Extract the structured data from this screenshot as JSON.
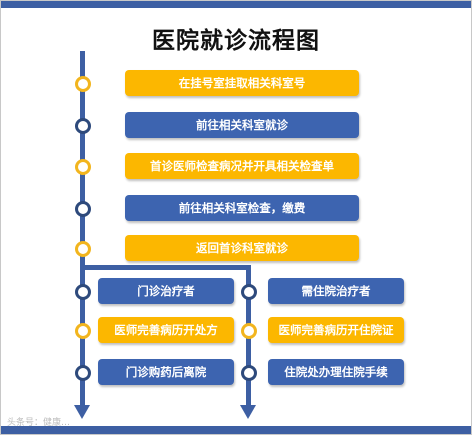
{
  "title": "医院就诊流程图",
  "main_steps": [
    {
      "label": "在挂号室挂取相关科室号",
      "color": "yellow"
    },
    {
      "label": "前往相关科室就诊",
      "color": "blue"
    },
    {
      "label": "首诊医师检查病况并开具相关检查单",
      "color": "yellow"
    },
    {
      "label": "前往相关科室检查，缴费",
      "color": "blue"
    },
    {
      "label": "返回首诊科室就诊",
      "color": "yellow"
    }
  ],
  "outpatient_branch": [
    {
      "label": "门诊治疗者",
      "color": "blue"
    },
    {
      "label": "医师完善病历开处方",
      "color": "yellow"
    },
    {
      "label": "门诊购药后离院",
      "color": "blue"
    }
  ],
  "inpatient_branch": [
    {
      "label": "需住院治疗者",
      "color": "blue"
    },
    {
      "label": "医师完善病历开住院证",
      "color": "yellow"
    },
    {
      "label": "住院处办理住院手续",
      "color": "blue"
    }
  ],
  "watermark": "头条号：健康…",
  "colors": {
    "blue": "#3d64b0",
    "yellow": "#fcb700",
    "line": "#3d5fa3"
  }
}
